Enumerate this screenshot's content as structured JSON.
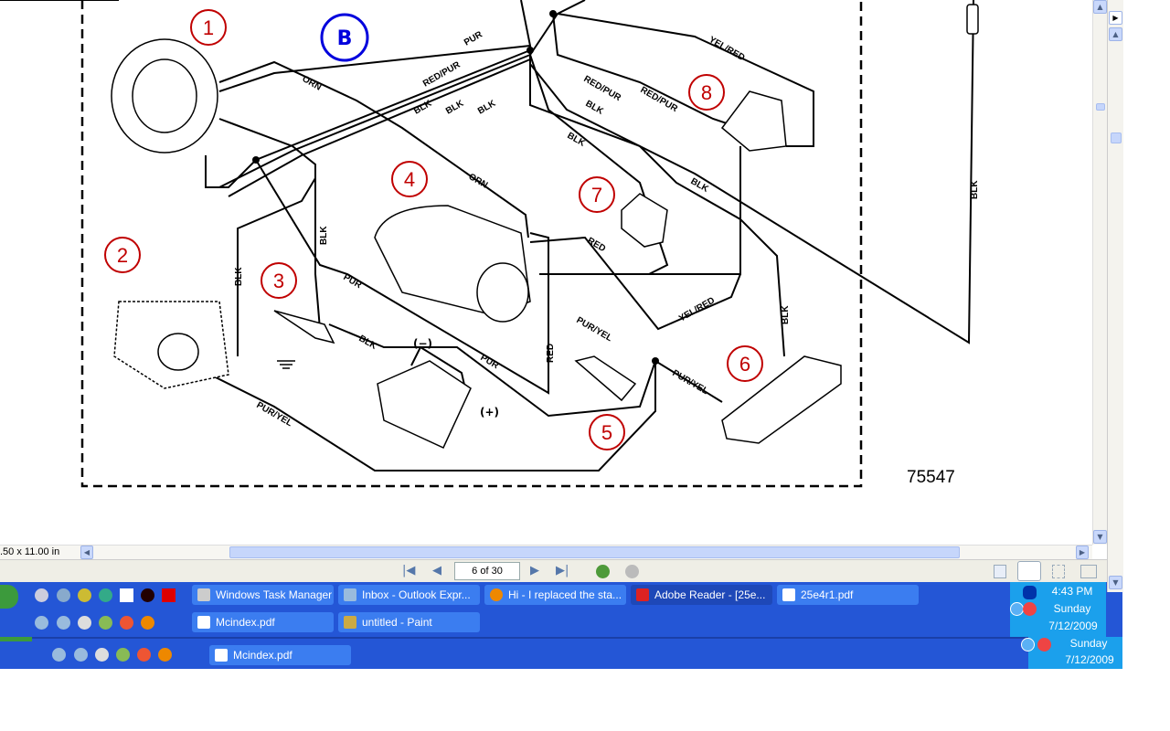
{
  "diagram": {
    "group_label": "B",
    "figure_number": "75547",
    "callouts": [
      "1",
      "2",
      "3",
      "4",
      "5",
      "6",
      "7",
      "8"
    ],
    "battery_neg": "(−)",
    "battery_pos": "(+)",
    "wire_labels": [
      "PUR",
      "ORN",
      "RED/PUR",
      "BLK",
      "BLK",
      "BLK",
      "YEL/RED",
      "RED/PUR",
      "BLK",
      "RED/PUR",
      "BLK",
      "ORN",
      "BLK",
      "BLK",
      "BLK",
      "RED",
      "BLK",
      "PUR",
      "PUR",
      "RED",
      "PUR/YEL",
      "YEL/RED",
      "PUR/YEL",
      "PUR/YEL",
      "BLK",
      "BLK",
      "BLK"
    ]
  },
  "status": {
    "page_size": ".50 x 11.00 in",
    "page_indicator": "6 of 30"
  },
  "taskbar": {
    "row1": [
      {
        "label": "Windows Task Manager",
        "icon": "monitor-icon"
      },
      {
        "label": "Inbox - Outlook Expr...",
        "icon": "outlook-icon"
      },
      {
        "label": "Hi - I replaced the sta...",
        "icon": "firefox-icon"
      },
      {
        "label": "Adobe Reader - [25e...",
        "icon": "adobe-icon",
        "active": true
      },
      {
        "label": "25e4r1.pdf",
        "icon": "pdf-icon"
      }
    ],
    "row2": [
      {
        "label": "Mcindex.pdf",
        "icon": "pdf-icon"
      },
      {
        "label": "untitled - Paint",
        "icon": "paint-icon"
      }
    ],
    "row3": [
      {
        "label": "Mcindex.pdf",
        "icon": "pdf-icon"
      }
    ],
    "clock": {
      "time": "4:43 PM",
      "day": "Sunday",
      "date": "7/12/2009"
    },
    "clock2": {
      "day": "Sunday",
      "date": "7/12/2009"
    }
  },
  "colors": {
    "taskbar": "#2456d6",
    "callout": "#c00000",
    "group": "#0000dd"
  }
}
